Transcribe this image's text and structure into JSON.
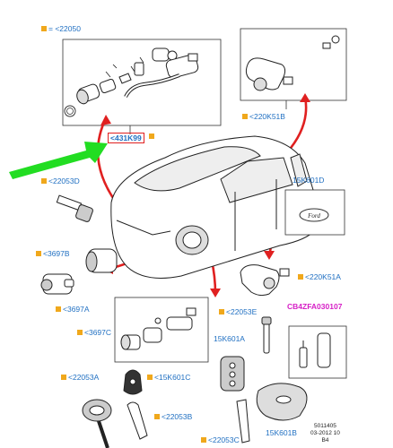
{
  "legend": {
    "eq_text": "= <22050"
  },
  "labels": {
    "l431K99": "<431K99",
    "l220K51B": "<220K51B",
    "l22053D": "<22053D",
    "l15K601D": "15K601D",
    "l3697B": "<3697B",
    "l3697A": "<3697A",
    "l220K51A": "<220K51A",
    "l22053E": "<22053E",
    "lCB4": "CB4ZFA030107",
    "l3697C": "<3697C",
    "l15K601A": "15K601A",
    "l22053A": "<22053A",
    "l15K601C": "<15K601C",
    "l22053B": "<22053B",
    "l15K601B": "15K601B",
    "l22053C": "<22053C"
  },
  "badge_text": "Ford",
  "footer": {
    "line1": "5011405",
    "line2": "03-2012 10",
    "line3": "B4"
  },
  "colors": {
    "label_blue": "#1f6fc2",
    "marker_orange": "#f0a81c",
    "callout_red": "#e02020",
    "pointer_green": "#22dd22",
    "magenta": "#d61fc6"
  }
}
